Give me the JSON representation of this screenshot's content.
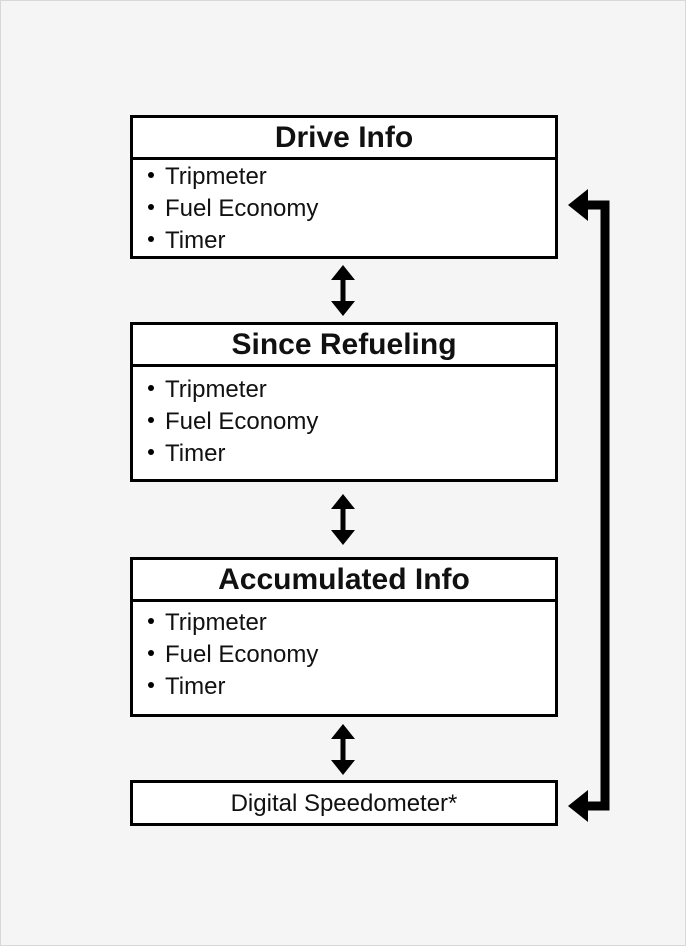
{
  "boxes": [
    {
      "title": "Drive Info",
      "items": [
        "Tripmeter",
        "Fuel Economy",
        "Timer"
      ]
    },
    {
      "title": "Since Refueling",
      "items": [
        "Tripmeter",
        "Fuel Economy",
        "Timer"
      ]
    },
    {
      "title": "Accumulated Info",
      "items": [
        "Tripmeter",
        "Fuel Economy",
        "Timer"
      ]
    },
    {
      "title": "Digital Speedometer*"
    }
  ]
}
